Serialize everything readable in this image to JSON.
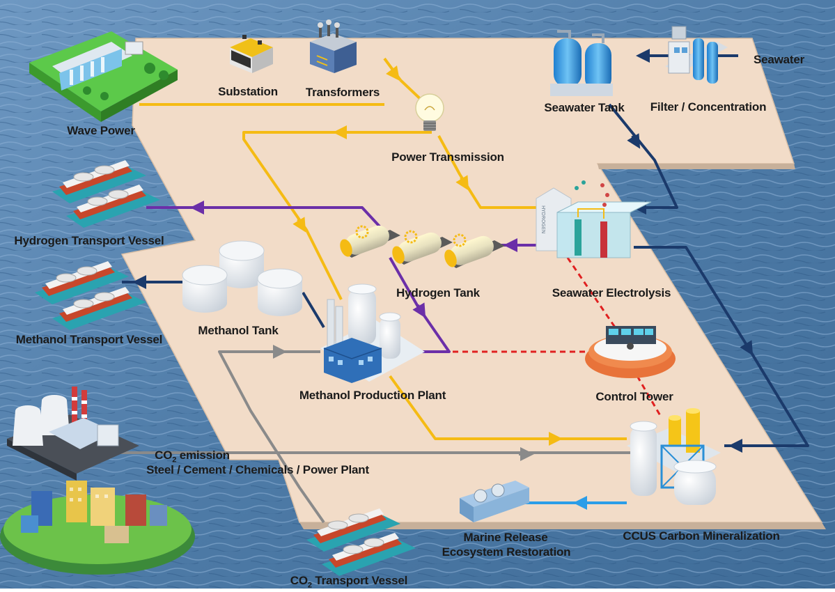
{
  "colors": {
    "sea": "#5b86b0",
    "platform": "#f2dcc8",
    "power_line": "#f5bb14",
    "hydrogen_line": "#6b2fa8",
    "methanol_line": "#1b2d5e",
    "water_line": "#1b3a6b",
    "co2_line": "#8a8a8a",
    "release_line": "#2b9de8",
    "control_line": "#e02020"
  },
  "labels": {
    "wave_power": "Wave Power",
    "substation": "Substation",
    "transformers": "Transformers",
    "power_transmission": "Power Transmission",
    "seawater": "Seawater",
    "seawater_tank": "Seawater Tank",
    "filter_concentration": "Filter / Concentration",
    "hydrogen_transport_vessel": "Hydrogen Transport Vessel",
    "methanol_transport_vessel": "Methanol Transport Vessel",
    "methanol_tank": "Methanol Tank",
    "hydrogen_tank": "Hydrogen Tank",
    "seawater_electrolysis": "Seawater Electrolysis",
    "methanol_production_plant": "Methanol Production Plant",
    "control_tower": "Control Tower",
    "co2_emission_prefix": "CO",
    "co2_emission_sub": "2",
    "co2_emission_suffix": " emission",
    "emission_sources": "Steel / Cement / Chemicals / Power Plant",
    "ccus_carbon_mineralization": "CCUS Carbon Mineralization",
    "marine_release": "Marine Release",
    "ecosystem_restoration": "Ecosystem Restoration",
    "co2_vessel_prefix": "CO",
    "co2_vessel_sub": "2",
    "co2_vessel_suffix": " Transport Vessel",
    "electrolyzer_tag": "HYDROGEN"
  },
  "icons": [
    "wave-power-dam",
    "battery-substation",
    "transformer",
    "light-bulb",
    "seawater-tank",
    "filter-unit",
    "lng-ship",
    "methanol-tank",
    "hydrogen-cylinder",
    "electrolyzer",
    "methanol-plant",
    "control-tower",
    "ccus-tower",
    "marine-outfall",
    "factory",
    "city"
  ]
}
